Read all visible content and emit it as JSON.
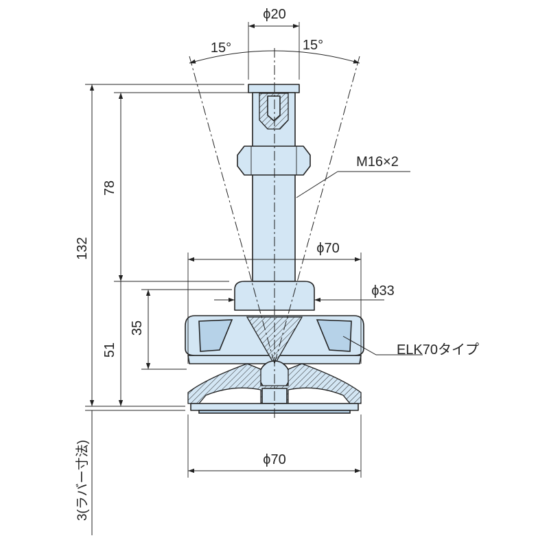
{
  "dimensions": {
    "shaft_diameter": "ϕ20",
    "tilt_left": "15°",
    "tilt_right": "15°",
    "thread": "M16×2",
    "top_diameter": "ϕ70",
    "pivot_diameter": "ϕ33",
    "base_diameter": "ϕ70",
    "total_height": "132",
    "stroke_height": "78",
    "base_height": "51",
    "pad_height": "35",
    "rubber_note": "3(ラバー寸法)",
    "type_label": "ELK70タイプ"
  }
}
